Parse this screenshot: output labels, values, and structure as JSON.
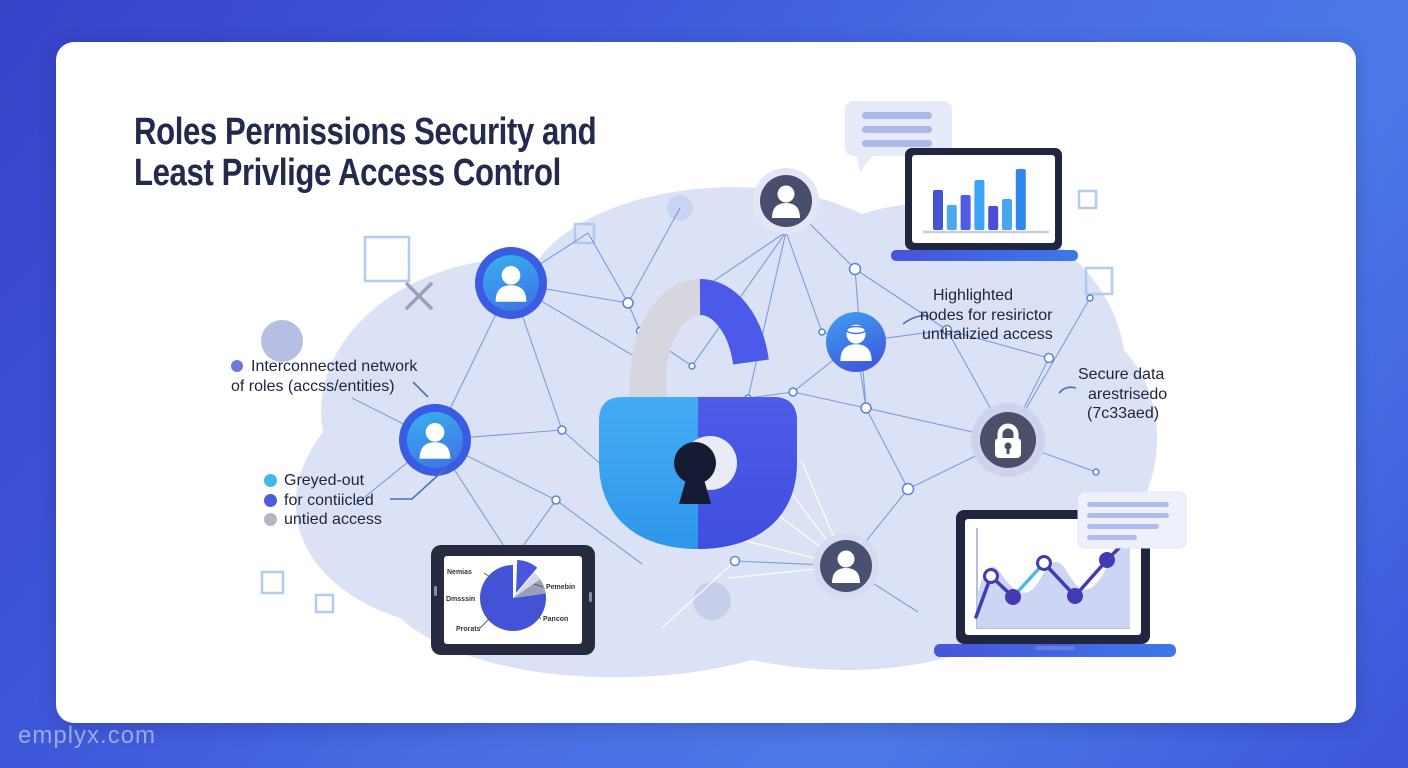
{
  "watermark": "emplyx.com",
  "title": {
    "line1": "Roles Permissions Security and",
    "line2": "Least Privlige Access Control"
  },
  "annotations": {
    "network": {
      "bullet_color": "#6a79da",
      "line1": "Interconnected network",
      "line2": "of roles (accss/entities)"
    },
    "legend": {
      "items": [
        {
          "color": "#41b9e9",
          "label": "Greyed-out"
        },
        {
          "color": "#4a5ce2",
          "label": "for contiicled"
        },
        {
          "color": "#b2b6c4",
          "label": "untied access"
        }
      ]
    },
    "highlighted": {
      "line1": "Highlighted",
      "line2": "nodes for resirictor",
      "line3": "unthalizied access"
    },
    "secure": {
      "line1": "Secure data",
      "line2": "arestrisedo",
      "line3": "(7c33aed)"
    }
  },
  "charts": {
    "bar": {
      "type": "bar",
      "bars": [
        {
          "h": 40,
          "color": "#4453d6"
        },
        {
          "h": 25,
          "color": "#4da8f0"
        },
        {
          "h": 35,
          "color": "#4f5ce4"
        },
        {
          "h": 50,
          "color": "#3ca4f4"
        },
        {
          "h": 24,
          "color": "#4a4fd4"
        },
        {
          "h": 31,
          "color": "#48a6ee"
        },
        {
          "h": 61,
          "color": "#2f86ec"
        }
      ]
    },
    "line": {
      "type": "line",
      "color": "#453ab4",
      "accent_color": "#4ab8e8",
      "cyan_segment": 2,
      "points": [
        [
          976,
          617
        ],
        [
          991,
          576
        ],
        [
          1013,
          597
        ],
        [
          1044,
          563
        ],
        [
          1075,
          596
        ],
        [
          1107,
          560
        ],
        [
          1125,
          542
        ]
      ],
      "markers": [
        {
          "i": 1,
          "type": "open"
        },
        {
          "i": 2,
          "type": "filled"
        },
        {
          "i": 3,
          "type": "open"
        },
        {
          "i": 4,
          "type": "filled"
        },
        {
          "i": 5,
          "type": "filled"
        }
      ]
    },
    "pie": {
      "type": "pie",
      "main_color": "#4353d8",
      "grey_slice_color": "#98a1b6",
      "light_slice_color": "#d4d9e6",
      "labels": [
        {
          "text": "Nemias"
        },
        {
          "text": "Dmsssin"
        },
        {
          "text": "Prorats"
        },
        {
          "text": "Pemebin"
        },
        {
          "text": "Pancon"
        }
      ]
    }
  },
  "colors": {
    "border_blue": "#4a6fe4",
    "card_bg": "#ffffff",
    "blob": "#dce2f6",
    "lock_left": "#3da4f2",
    "lock_right": "#4754e8",
    "shackle_grey": "#d6d7de",
    "shackle_blue": "#4b5aea",
    "node_dark": "#494e6e",
    "node_blue_ring": "#3a5ce2",
    "node_blue_fill": "#35a5ec",
    "title_color": "#222a4e"
  }
}
